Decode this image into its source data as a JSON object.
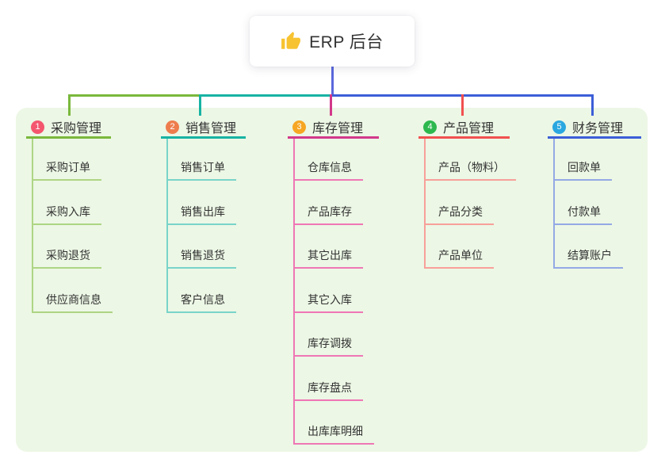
{
  "root": {
    "title": "ERP 后台",
    "icon": "thumbs-up-icon"
  },
  "branches": [
    {
      "index": "1",
      "title": "采购管理",
      "badge_color": "#f4566e",
      "line_color": "#7ab83c",
      "child_line_color": "#aed584",
      "children": [
        "采购订单",
        "采购入库",
        "采购退货",
        "供应商信息"
      ]
    },
    {
      "index": "2",
      "title": "销售管理",
      "badge_color": "#ee7d4e",
      "line_color": "#17b3a3",
      "child_line_color": "#79d4c9",
      "children": [
        "销售订单",
        "销售出库",
        "销售退货",
        "客户信息"
      ]
    },
    {
      "index": "3",
      "title": "库存管理",
      "badge_color": "#f6a623",
      "line_color": "#d2388a",
      "child_line_color": "#ef77b5",
      "children": [
        "仓库信息",
        "产品库存",
        "其它出库",
        "其它入库",
        "库存调拨",
        "库存盘点",
        "出库库明细"
      ]
    },
    {
      "index": "4",
      "title": "产品管理",
      "badge_color": "#2db84e",
      "line_color": "#f25050",
      "child_line_color": "#f8a09a",
      "children": [
        "产品（物料）",
        "产品分类",
        "产品单位"
      ]
    },
    {
      "index": "5",
      "title": "财务管理",
      "badge_color": "#2aa7e0",
      "line_color": "#3c5ed7",
      "child_line_color": "#94a9e5",
      "children": [
        "回款单",
        "付款单",
        "结算账户"
      ]
    }
  ],
  "colors": {
    "panel_bg": "#ecf7e5",
    "root_line": "#5b68dd",
    "thumb_icon": "#f7c331",
    "text": "#333333"
  }
}
